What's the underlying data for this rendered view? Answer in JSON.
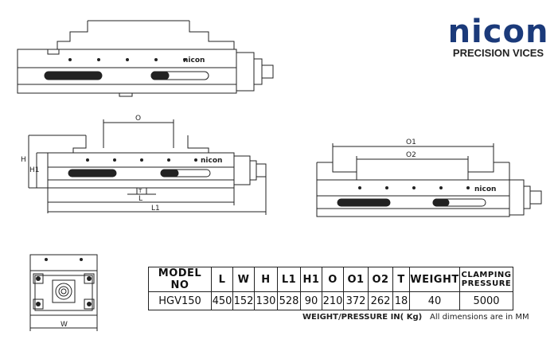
{
  "brand": {
    "name": "nicon",
    "tagline": "PRECISION VICES",
    "color": "#1b3a7a"
  },
  "drawing_labels": {
    "W": "W",
    "H": "H",
    "H1": "H1",
    "O": "O",
    "O1": "O1",
    "O2": "O2",
    "T": "T",
    "L": "L",
    "L1": "L1",
    "body_logo": "nicon"
  },
  "table": {
    "headers": [
      "MODEL NO",
      "L",
      "W",
      "H",
      "L1",
      "H1",
      "O",
      "O1",
      "O2",
      "T",
      "WEIGHT",
      "CLAMPING PRESSURE"
    ],
    "rows": [
      [
        "HGV150",
        "450",
        "152",
        "130",
        "528",
        "90",
        "210",
        "372",
        "262",
        "18",
        "40",
        "5000"
      ]
    ]
  },
  "notes": {
    "units_weight": "WEIGHT/PRESSURE IN( Kg)",
    "units_dims": "All dimensions are in MM"
  }
}
